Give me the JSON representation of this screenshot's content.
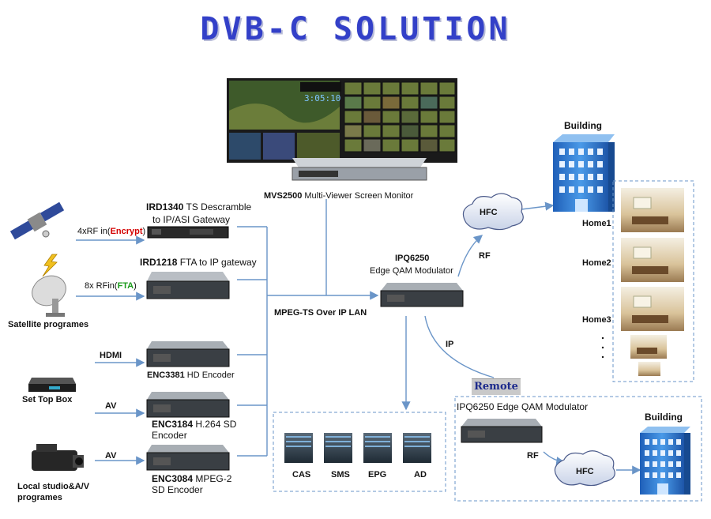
{
  "title": "DVB-C SOLUTION",
  "monitor": {
    "clock": "3:05:10",
    "label_bold": "MVS2500",
    "label_rest": " Multi-Viewer Screen Monitor"
  },
  "devices": {
    "ird1340": {
      "line1_bold": "IRD1340",
      "line1_rest": " TS Descramble",
      "line2": "to IP/ASI Gateway"
    },
    "ird1218": {
      "label_bold": "IRD1218",
      "label_rest": " FTA to IP gateway"
    },
    "enc3381": {
      "label_bold": "ENC3381",
      "label_rest": " HD Encoder"
    },
    "enc3184": {
      "line1_bold": "ENC3184",
      "line1_rest": " H.264 SD",
      "line2": "Encoder"
    },
    "enc3084": {
      "line1_bold": "ENC3084",
      "line1_rest": " MPEG-2",
      "line2": "SD   Encoder"
    },
    "ipq6250": {
      "line1": "IPQ6250",
      "line2": "Edge QAM Modulator"
    },
    "ipq6250_remote": {
      "label": "IPQ6250 Edge QAM Modulator"
    }
  },
  "inputs": {
    "rf_encrypt_prefix": "4xRF in(",
    "rf_encrypt_word": "Encrypt",
    "rf_encrypt_suffix": ")",
    "rf_fta_prefix": "8x RFin(",
    "rf_fta_word": "FTA",
    "rf_fta_suffix": ")",
    "hdmi": "HDMI",
    "av1": "AV",
    "av2": "AV"
  },
  "sources": {
    "satellite": "Satellite programes",
    "stb": "Set Top Box",
    "studio_line1": "Local  studio&A/V",
    "studio_line2": "programes"
  },
  "network": {
    "lan": "MPEG-TS Over IP LAN",
    "rf1": "RF",
    "ip": "IP",
    "rf2": "RF",
    "hfc1": "HFC",
    "hfc2": "HFC",
    "remote": "Remote"
  },
  "servers": [
    "CAS",
    "SMS",
    "EPG",
    "AD"
  ],
  "buildings": {
    "main": "Building",
    "remote": "Building"
  },
  "homes": [
    "Home1",
    "Home2",
    "Home3"
  ],
  "colors": {
    "title": "#3340c8",
    "line": "#6a95c8",
    "encrypt": "#d40000",
    "fta": "#1a9a1a",
    "remote_text": "#1c2a8c"
  }
}
